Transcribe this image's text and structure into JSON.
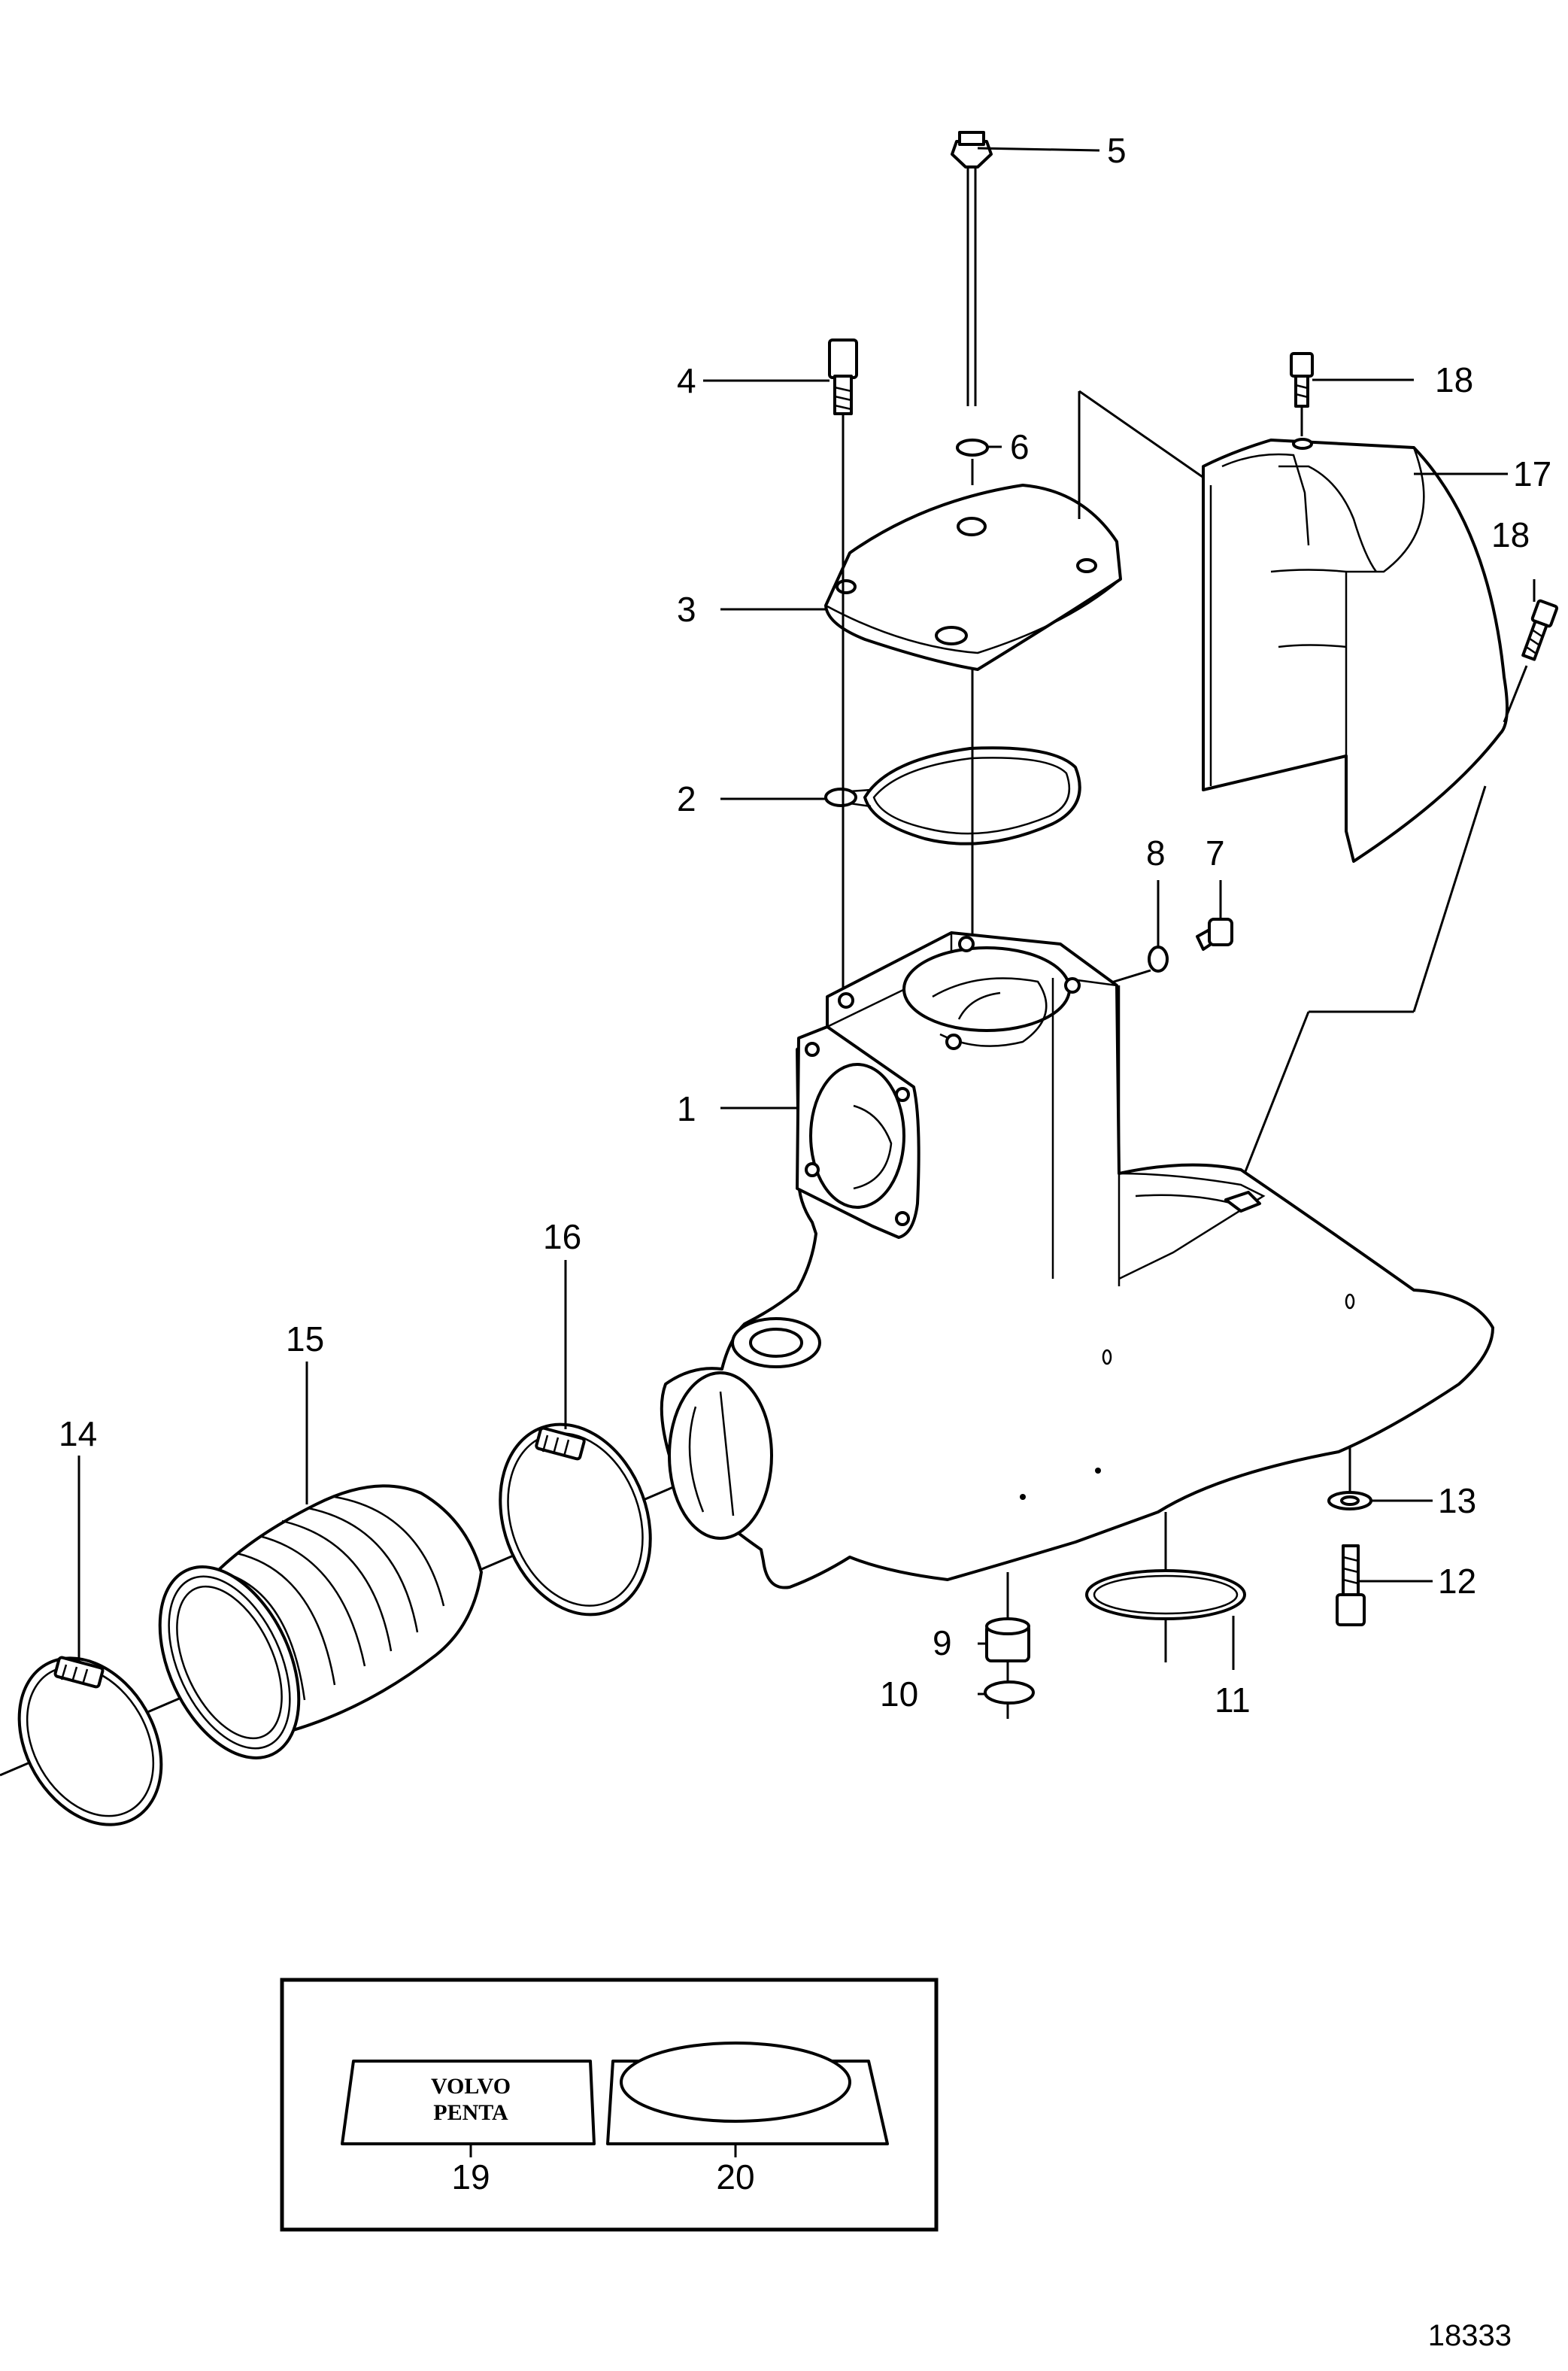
{
  "callouts": [
    {
      "id": "1",
      "label": "1"
    },
    {
      "id": "2",
      "label": "2"
    },
    {
      "id": "3",
      "label": "3"
    },
    {
      "id": "4",
      "label": "4"
    },
    {
      "id": "5",
      "label": "5"
    },
    {
      "id": "6",
      "label": "6"
    },
    {
      "id": "7",
      "label": "7"
    },
    {
      "id": "8",
      "label": "8"
    },
    {
      "id": "9",
      "label": "9"
    },
    {
      "id": "10",
      "label": "10"
    },
    {
      "id": "11",
      "label": "11"
    },
    {
      "id": "12",
      "label": "12"
    },
    {
      "id": "13",
      "label": "13"
    },
    {
      "id": "14",
      "label": "14"
    },
    {
      "id": "15",
      "label": "15"
    },
    {
      "id": "16",
      "label": "16"
    },
    {
      "id": "17",
      "label": "17"
    },
    {
      "id": "18a",
      "label": "18"
    },
    {
      "id": "18b",
      "label": "18"
    },
    {
      "id": "19",
      "label": "19"
    },
    {
      "id": "20",
      "label": "20"
    }
  ],
  "inset": {
    "logo_line1": "VOLVO",
    "logo_line2": "PENTA"
  },
  "figure_number": "18333"
}
